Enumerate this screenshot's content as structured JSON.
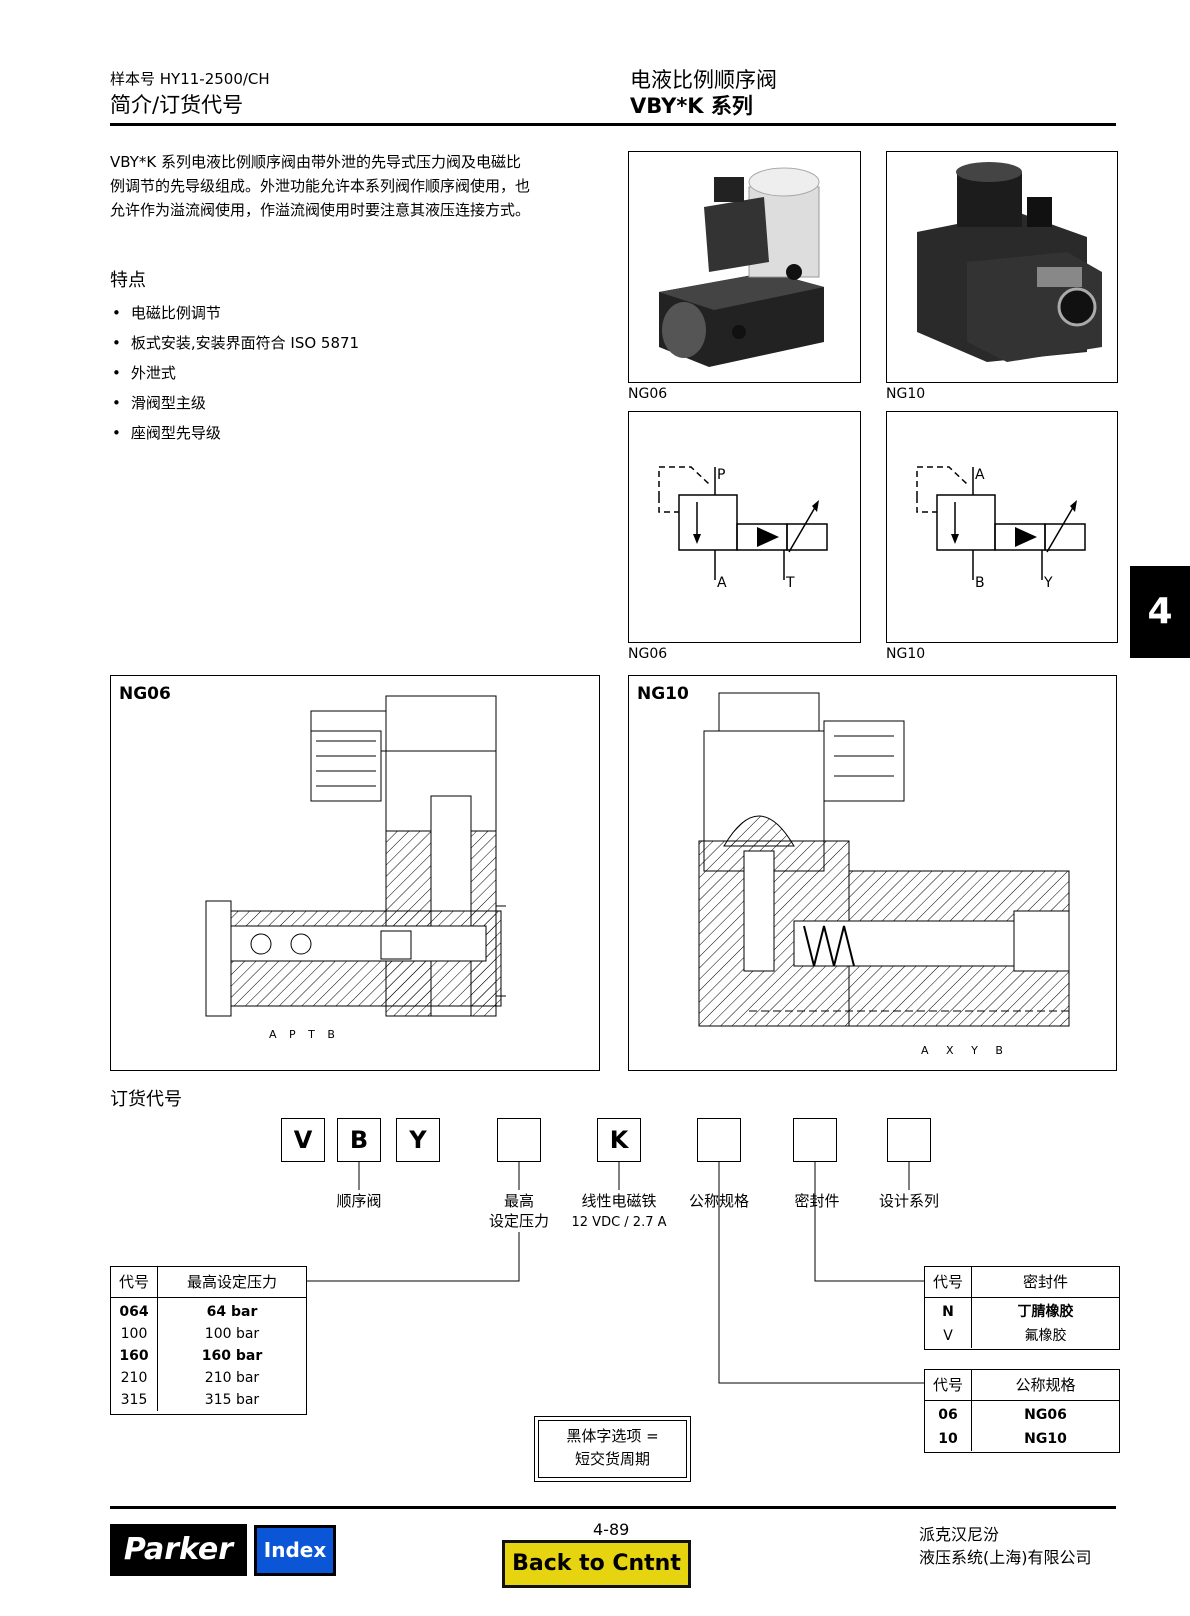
{
  "header": {
    "catalog": "样本号 HY11-2500/CH",
    "section": "简介/订货代号",
    "product": "电液比例顺序阀",
    "series": "VBY*K 系列"
  },
  "intro": [
    "VBY*K 系列电液比例顺序阀由带外泄的先导式压力阀及电磁比",
    "例调节的先导级组成。外泄功能允许本系列阀作顺序阀使用，也",
    "允许作为溢流阀使用，作溢流阀使用时要注意其液压连接方式。"
  ],
  "features_title": "特点",
  "features": [
    "电磁比例调节",
    "板式安装,安装界面符合 ISO 5871",
    "外泄式",
    "滑阀型主级",
    "座阀型先导级"
  ],
  "photos": [
    {
      "caption": "NG06"
    },
    {
      "caption": "NG10"
    }
  ],
  "symbols": [
    {
      "caption": "NG06",
      "port_top": "P",
      "port_b1": "A",
      "port_b2": "T"
    },
    {
      "caption": "NG10",
      "port_top": "A",
      "port_b1": "B",
      "port_b2": "Y"
    }
  ],
  "sections": [
    {
      "title": "NG06",
      "ports": [
        "A",
        "P",
        "T",
        "B"
      ]
    },
    {
      "title": "NG10",
      "ports": [
        "A",
        "X",
        "Y",
        "B"
      ]
    }
  ],
  "side_tab": "4",
  "ordering": {
    "title": "订货代号",
    "codes": [
      "V",
      "B",
      "Y",
      "",
      "K",
      "",
      "",
      ""
    ],
    "labels": {
      "valve": "顺序阀",
      "pressure1": "最高",
      "pressure2": "设定压力",
      "solenoid1": "线性电磁铁",
      "solenoid2": "12 VDC / 2.7 A",
      "size": "公称规格",
      "seal": "密封件",
      "design": "设计系列"
    },
    "pressure_table": {
      "headers": [
        "代号",
        "最高设定压力"
      ],
      "rows": [
        {
          "code": "064",
          "value": "64 bar",
          "bold": true
        },
        {
          "code": "100",
          "value": "100 bar",
          "bold": false
        },
        {
          "code": "160",
          "value": "160 bar",
          "bold": true
        },
        {
          "code": "210",
          "value": "210 bar",
          "bold": false
        },
        {
          "code": "315",
          "value": "315 bar",
          "bold": false
        }
      ]
    },
    "seal_table": {
      "headers": [
        "代号",
        "密封件"
      ],
      "rows": [
        {
          "code": "N",
          "value": "丁腈橡胶",
          "bold": true
        },
        {
          "code": "V",
          "value": "氟橡胶",
          "bold": false
        }
      ]
    },
    "size_table": {
      "headers": [
        "代号",
        "公称规格"
      ],
      "rows": [
        {
          "code": "06",
          "value": "NG06",
          "bold": true
        },
        {
          "code": "10",
          "value": "NG10",
          "bold": true
        }
      ]
    },
    "note1": "黑体字选项 =",
    "note2": "短交货周期"
  },
  "footer": {
    "logo": "Parker",
    "index_label": "Index",
    "page": "4-89",
    "back_label": "Back to Cntnt",
    "company1": "派克汉尼汾",
    "company2": "液压系统(上海)有限公司"
  }
}
